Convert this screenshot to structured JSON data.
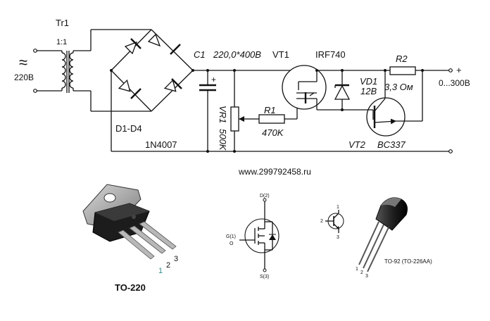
{
  "labels": {
    "tr1": "Tr1",
    "tr_ratio": "1:1",
    "ac_symbol": "≈",
    "mains": "220В",
    "c1": "C1",
    "c1_value": "220,0*400В",
    "vt1": "VT1",
    "vt1_part": "IRF740",
    "r2": "R2",
    "r2_value": "3,3 Ом",
    "plus": "+",
    "output": "0...300В",
    "vd1": "VD1",
    "vd1_value": "12В",
    "vr1": "VR1",
    "vr1_value": "500K",
    "r1": "R1",
    "r1_value": "470K",
    "bridge": "D1-D4",
    "bridge_part": "1N4007",
    "vt2": "VT2",
    "vt2_part": "BC337",
    "cap_plus": "+",
    "website": "www.299792458.ru",
    "to220": "TO-220",
    "to220_pin1": "1",
    "to220_pin2": "2",
    "to220_pin3": "3",
    "mosfet_drain": "D(2)",
    "mosfet_gate": "G(1)",
    "mosfet_gate_sub": "O",
    "mosfet_source": "S(3)",
    "bjt_pin1": "1",
    "bjt_pin2": "2",
    "bjt_pin3": "3",
    "to92": "TO-92 (TO-226AA)",
    "to92_pin1": "1",
    "to92_pin2": "2",
    "to92_pin3": "3"
  },
  "colors": {
    "ink": "#111111",
    "pin1_highlight": "#2e8b8b",
    "package_dark": "#1c1c1c",
    "package_tab": "#8a8a8a",
    "lead_metal": "#b8b8b8"
  }
}
